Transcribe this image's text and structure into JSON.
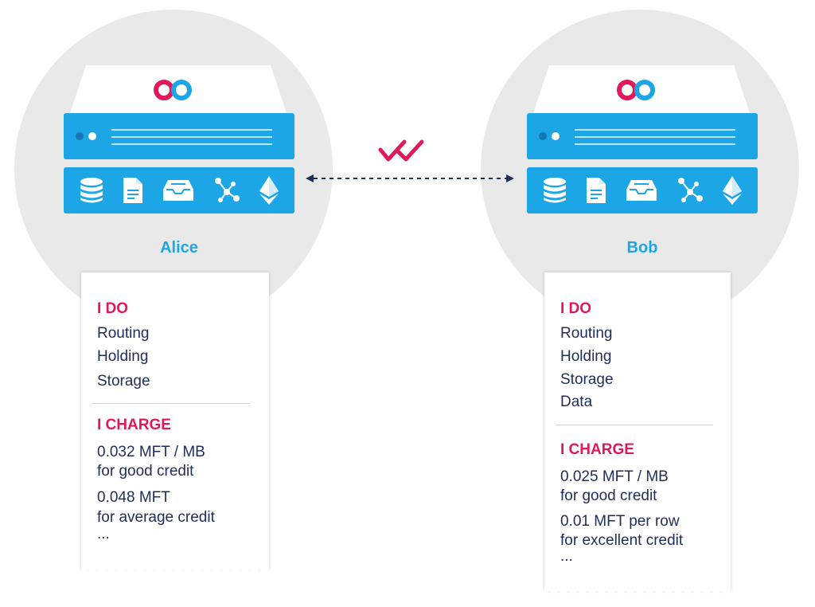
{
  "nodes": [
    {
      "name": "Alice",
      "does_header": "I DO",
      "does": [
        "Routing",
        "Holding",
        "Storage"
      ],
      "charge_header": "I CHARGE",
      "charges": [
        {
          "line1": "0.032 MFT / MB",
          "line2": "for good credit"
        },
        {
          "line1": "0.048  MFT",
          "line2": "for average credit"
        }
      ],
      "more": "..."
    },
    {
      "name": "Bob",
      "does_header": "I DO",
      "does": [
        "Routing",
        "Holding",
        "Storage",
        "Data"
      ],
      "charge_header": "I CHARGE",
      "charges": [
        {
          "line1": "0.025 MFT / MB",
          "line2": "for good credit"
        },
        {
          "line1": "0.01 MFT per row",
          "line2": "for excellent credit"
        }
      ],
      "more": "..."
    }
  ],
  "colors": {
    "server_blue": "#1da6e6",
    "accent_pink": "#e0195a",
    "text_navy": "#1f2d5a",
    "circle_gray": "#e9e9e9"
  },
  "icons": [
    "logo-rings-icon",
    "database-icon",
    "document-icon",
    "inbox-tray-icon",
    "network-graph-icon",
    "ethereum-icon",
    "double-check-icon"
  ]
}
